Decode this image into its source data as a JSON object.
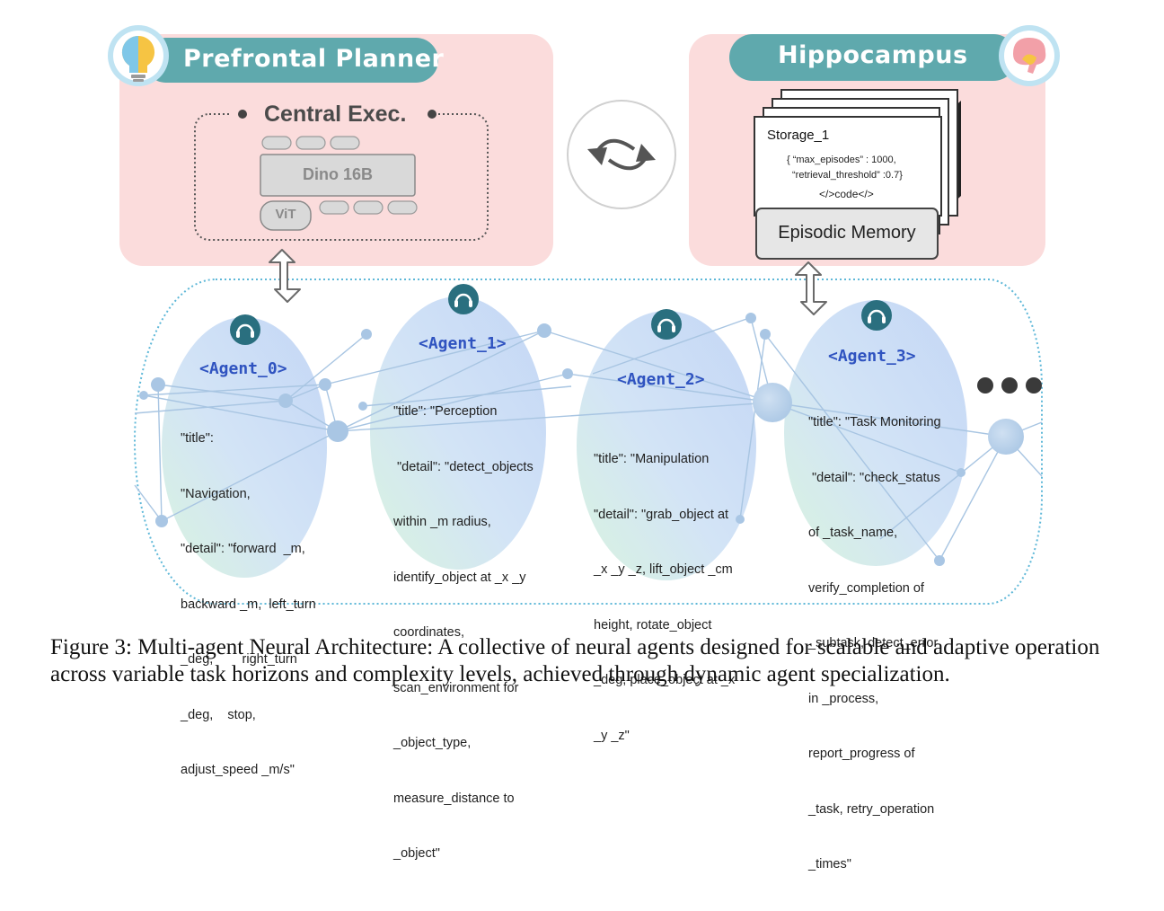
{
  "planner": {
    "title": "Prefrontal Planner"
  },
  "central_exec": {
    "title": "Central Exec.",
    "model_label": "Dino 16B",
    "vit_label": "ViT"
  },
  "hippocampus": {
    "title": "Hippocampus",
    "storage_title": "Storage_1",
    "storage_line1": "{ “max_episodes” : 1000,",
    "storage_line2": "“retrieval_threshold” :0.7}",
    "storage_code": "</>code</>",
    "memory_label": "Episodic Memory"
  },
  "agents": [
    {
      "name": "<Agent_0>",
      "lines": [
        "\"title\":",
        "\"Navigation,",
        "\"detail\": \"forward  _m,",
        "backward _m,  left_turn",
        "_deg,        right_turn",
        "_deg,    stop,",
        "adjust_speed _m/s\""
      ]
    },
    {
      "name": "<Agent_1>",
      "lines": [
        "\"title\": \"Perception",
        " \"detail\": \"detect_objects",
        "within _m radius,",
        "identify_object at _x _y",
        "coordinates,",
        "scan_environment for",
        "_object_type,",
        "measure_distance to",
        "_object\""
      ]
    },
    {
      "name": "<Agent_2>",
      "lines": [
        "\"title\": \"Manipulation",
        "\"detail\": \"grab_object at",
        "_x _y _z, lift_object _cm",
        "height, rotate_object",
        "_deg, place_object at _x",
        "_y _z\""
      ]
    },
    {
      "name": "<Agent_3>",
      "lines": [
        "\"title\": \"Task Monitoring",
        " \"detail\": \"check_status",
        "of _task_name,",
        "verify_completion of",
        "_subtask, detect_error",
        "in _process,",
        "report_progress of",
        "_task, retry_operation",
        "_times\""
      ]
    }
  ],
  "caption": "Figure 3: Multi-agent Neural Architecture: A collective of neural agents designed for scalable and adaptive operation across variable task horizons and complexity levels, achieved through dynamic agent specialization.",
  "colors": {
    "panel_pink": "#fbdcdc",
    "pill_teal": "#5fa9ad",
    "agent_blue": "#c5d9f5",
    "agent_green": "#d8f3e2",
    "node_blue": "#9cbfe0",
    "icon_teal": "#2a6f7f",
    "agent_text_blue": "#2f53c0"
  },
  "icons": [
    "lightbulb-brain-icon",
    "brain-icon",
    "swap-cycle-icon",
    "headset-icon",
    "double-arrow-icon",
    "ellipsis-icon"
  ]
}
